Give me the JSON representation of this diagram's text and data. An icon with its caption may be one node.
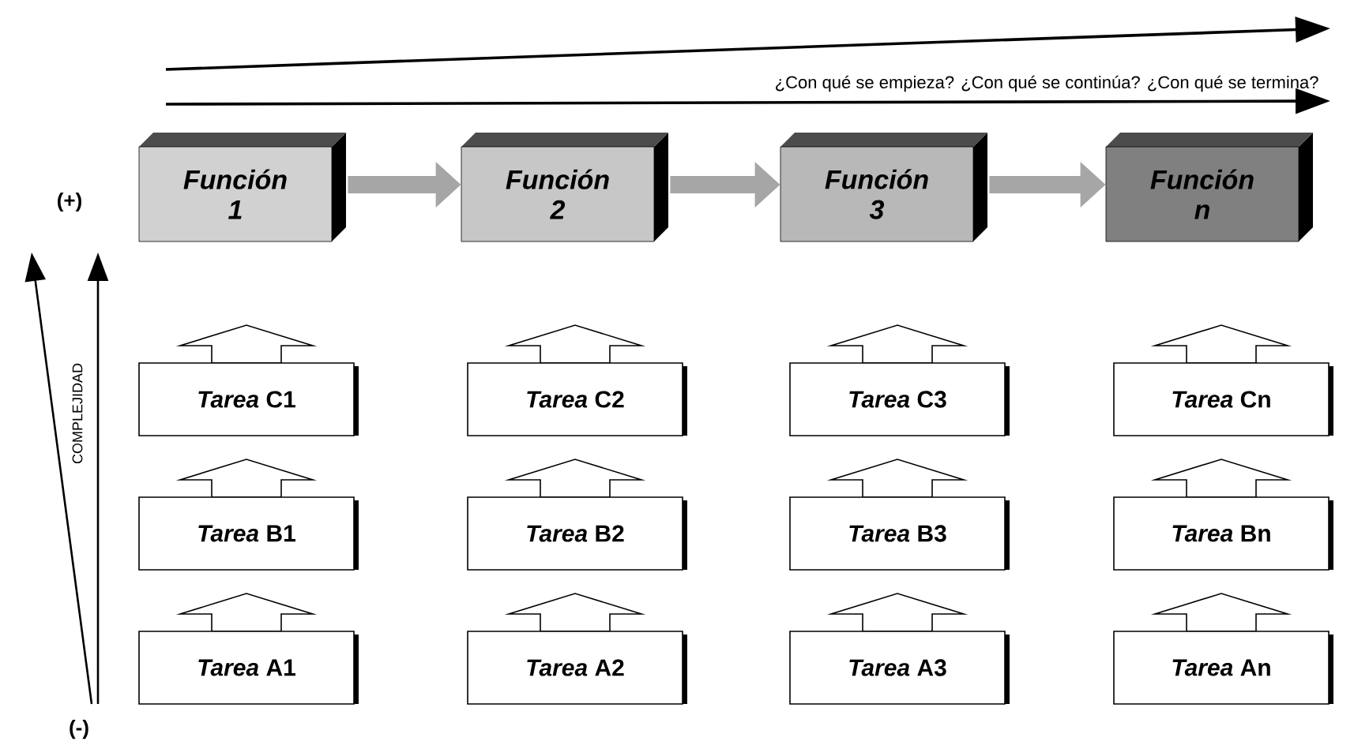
{
  "diagram": {
    "nodes": [
      {
        "text": [
          "Función 1"
        ]
      },
      {
        "text": [
          "Función 2"
        ]
      },
      {
        "text": [
          "Función 3"
        ]
      },
      {
        "text": [
          "Función n"
        ]
      },
      {
        "text": [
          "*Tarea* C1"
        ]
      },
      {
        "text": [
          "*Tarea* C2"
        ]
      },
      {
        "text": [
          "*Tarea* C3"
        ]
      },
      {
        "text": [
          "*Tarea* Cn"
        ]
      },
      {
        "text": [
          "*Tarea* B1"
        ]
      },
      {
        "text": [
          "*Tarea* B2"
        ]
      },
      {
        "text": [
          "*Tarea* B3"
        ]
      },
      {
        "text": [
          "*Tarea* Bn"
        ]
      },
      {
        "text": [
          "*Tarea* A1"
        ]
      },
      {
        "text": [
          "*Tarea* A2"
        ]
      },
      {
        "text": [
          "*Tarea* A3"
        ]
      },
      {
        "text": [
          "*Tarea* An"
        ]
      }
    ],
    "edges": [
      {
        "from": 0,
        "to": 1,
        "arrow": "to"
      },
      {
        "from": 1,
        "to": 2,
        "arrow": "to"
      },
      {
        "from": 2,
        "to": 3,
        "arrow": "to"
      }
    ],
    "labels": [
      "¿Con qué se empieza? ¿Con qué se continúa? ¿Con qué se termina?",
      "(+)",
      "COMPLEJIDAD",
      "(-)"
    ]
  }
}
